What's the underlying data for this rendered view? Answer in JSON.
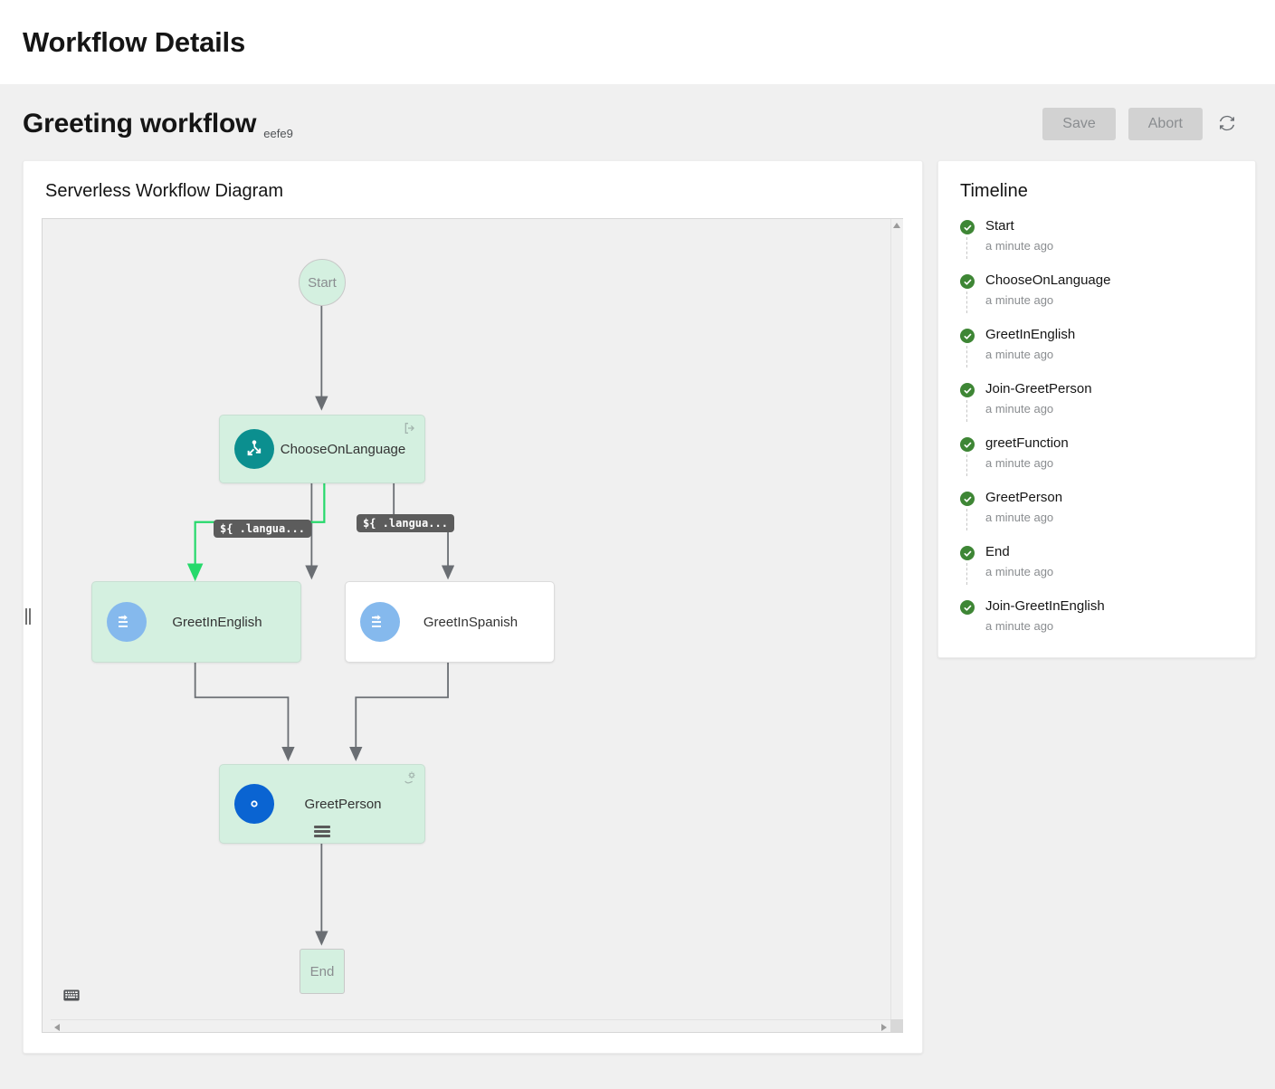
{
  "topbar": {
    "title": "Workflow Details"
  },
  "header": {
    "workflow_name": "Greeting workflow",
    "workflow_id": "eefe9",
    "save_label": "Save",
    "abort_label": "Abort",
    "refresh_icon": "refresh-icon"
  },
  "diagram_card": {
    "title": "Serverless Workflow Diagram",
    "nodes": [
      {
        "id": "start",
        "label": "Start",
        "type": "terminal-start",
        "state": "executed"
      },
      {
        "id": "chooseOnLanguage",
        "label": "ChooseOnLanguage",
        "type": "switch",
        "icon": "fork-icon",
        "corner_icon": "exit-icon",
        "state": "executed"
      },
      {
        "id": "greetInEnglish",
        "label": "GreetInEnglish",
        "type": "inject",
        "icon": "inject-icon",
        "state": "executed"
      },
      {
        "id": "greetInSpanish",
        "label": "GreetInSpanish",
        "type": "inject",
        "icon": "inject-icon",
        "state": "not-executed"
      },
      {
        "id": "greetPerson",
        "label": "GreetPerson",
        "type": "operation",
        "icon": "gear-icon",
        "corner_icon": "service-gear-icon",
        "state": "executed"
      },
      {
        "id": "end",
        "label": "End",
        "type": "terminal-end",
        "state": "executed"
      }
    ],
    "edge_labels": [
      {
        "id": "edge-english",
        "text": "${ .langua..."
      },
      {
        "id": "edge-spanish",
        "text": "${ .langua..."
      }
    ],
    "colors": {
      "executed_fill": "#d4f0e0",
      "active_edge": "#26d96b",
      "edge": "#6a6e73",
      "switch_icon_bg": "#0b8f8f",
      "inject_icon_bg": "#85b9ed",
      "operation_icon_bg": "#0a64d2"
    }
  },
  "timeline": {
    "title": "Timeline",
    "items": [
      {
        "label": "Start",
        "time": "a minute ago",
        "status": "success"
      },
      {
        "label": "ChooseOnLanguage",
        "time": "a minute ago",
        "status": "success"
      },
      {
        "label": "GreetInEnglish",
        "time": "a minute ago",
        "status": "success"
      },
      {
        "label": "Join-GreetPerson",
        "time": "a minute ago",
        "status": "success"
      },
      {
        "label": "greetFunction",
        "time": "a minute ago",
        "status": "success"
      },
      {
        "label": "GreetPerson",
        "time": "a minute ago",
        "status": "success"
      },
      {
        "label": "End",
        "time": "a minute ago",
        "status": "success"
      },
      {
        "label": "Join-GreetInEnglish",
        "time": "a minute ago",
        "status": "success"
      }
    ]
  }
}
